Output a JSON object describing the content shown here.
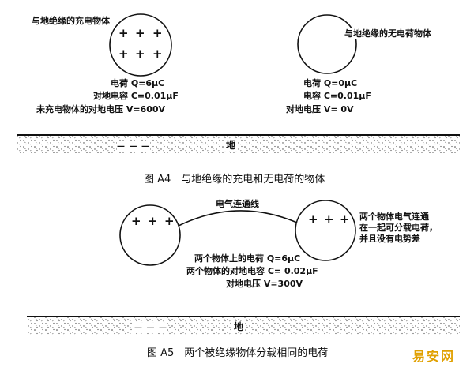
{
  "fig_a4": {
    "left_object": {
      "label": "与地绝缘的充电物体",
      "charge_signs": [
        "+",
        "+",
        "+",
        "+",
        "+",
        "+"
      ],
      "charge": "电荷 Q=6μC",
      "capacitance": "对地电容 C=0.01μF",
      "voltage": "未充电物体的对地电压 V=600V"
    },
    "right_object": {
      "label": "与地绝缘的无电荷物体",
      "charge": "电荷 Q=0μC",
      "capacitance": "电容 C=0.01μF",
      "voltage": "对地电压 V= 0V"
    },
    "ground_label": "地",
    "ground_dashes": "— — —",
    "caption": "图 A4　与地绝缘的充电和无电荷的物体"
  },
  "fig_a5": {
    "wire_label": "电气连通线",
    "left_signs": [
      "+",
      "+",
      "+"
    ],
    "right_signs": [
      "+",
      "+",
      "+"
    ],
    "note_lines": [
      "两个物体电气连通",
      "在一起可分载电荷，",
      "并且没有电势差"
    ],
    "charge": "两个物体上的电荷 Q=6μC",
    "capacitance": "两个物体的对地电容 C= 0.02μF",
    "voltage": "对地电压 V=300V",
    "ground_label": "地",
    "ground_dashes": "— — —",
    "caption": "图 A5　两个被绝缘物体分载相同的电荷"
  },
  "watermark": "易安网"
}
